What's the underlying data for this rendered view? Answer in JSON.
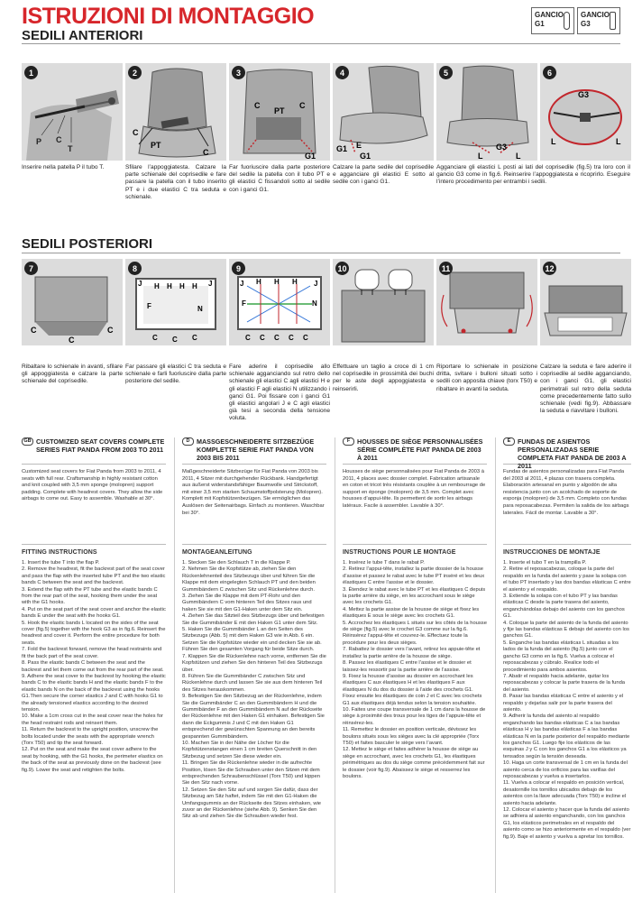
{
  "header": {
    "title": "ISTRUZIONI DI MONTAGGIO",
    "subtitle": "SEDILI ANTERIORI",
    "hooks": [
      {
        "label_1": "GANCIO",
        "label_2": "G1"
      },
      {
        "label_1": "GANCIO",
        "label_2": "G3"
      }
    ]
  },
  "front_steps": [
    {
      "num": "1",
      "caption": "Inserire nella patella P il tubo T.",
      "labels": [
        "P",
        "C",
        "T"
      ]
    },
    {
      "num": "2",
      "caption": "Sfilare l’appoggiatesta. Calzare la parte schienale del coprisedile e fare passare la patella con il tubo inserito PT e i due elastici C tra seduta e schienale.",
      "labels": [
        "C",
        "PT",
        "C"
      ]
    },
    {
      "num": "3",
      "caption": "Far fuoriuscire dalla parte posteriore del sedile la patella con il tubo PT e gli elastici C fissandoli sotto al sedile con i ganci G1.",
      "labels": [
        "C",
        "PT",
        "C",
        "G1"
      ]
    },
    {
      "num": "4",
      "caption": "Calzare la parte sedile del coprisedile e agganciare gli elastici E sotto al sedile con i ganci G1.",
      "labels": [
        "G1",
        "E",
        "G1"
      ]
    },
    {
      "num": "5",
      "caption": "Agganciare gli elastici L posti ai lati del coprisedile (fig.5) tra loro con il gancio G3 come in fig.6. Reinserire l’appoggiatesta e ricoprirlo. Eseguire l’intero procedimento per entrambi i sedili.",
      "labels": [
        "L",
        "G3",
        "L"
      ]
    },
    {
      "num": "6",
      "caption": "",
      "labels": [
        "G3",
        "L",
        "L"
      ]
    }
  ],
  "rear_section_title": "SEDILI POSTERIORI",
  "rear_steps": [
    {
      "num": "7",
      "caption": "Ribaltare lo schienale in avanti, sfilare gli appoggiatesta e calzare la parte schienale del coprisedile.",
      "labels": [
        "C",
        "C",
        "C"
      ]
    },
    {
      "num": "8",
      "caption": "Far passare gli elastici C tra seduta e schienale e farli fuoriuscire dalla parte posteriore del sedile.",
      "labels": [
        "J",
        "H",
        "H",
        "H",
        "H",
        "J",
        "F",
        "N",
        "C",
        "C",
        "C"
      ]
    },
    {
      "num": "9",
      "caption": "Fare aderire il coprisedile allo schienale agganciando sul retro dello schienale gli elastici C agli elastici H e gli elastici F agli elastici N utilizzando i ganci G1. Poi fissare con i ganci G1 gli elastici angolari J e C agli elastici già tesi a seconda della tensione voluta.",
      "labels": [
        "J",
        "H",
        "H",
        "H",
        "J",
        "F",
        "N",
        "C",
        "C",
        "C",
        "C",
        "C"
      ]
    },
    {
      "num": "10",
      "caption": "Effettuare un taglio a croce di 1 cm nel coprisedile in prossimità dei buchi per le aste degli appoggiatesta e reinserirli.",
      "labels": []
    },
    {
      "num": "11",
      "caption": "Riportare lo schienale in posizione dritta, svitare i bulloni situati sotto i sedili con apposita chiave (torx T50) e ribaltare in avanti la seduta.",
      "labels": []
    },
    {
      "num": "12",
      "caption": "Calzare la seduta e fare aderire il coprisedile al sedile agganciando, con i ganci G1, gli elastici perimetrali sul retro della seduta come precedentemente fatto sullo schienale (vedi fig.9). Abbassare la seduta e riavvitare i bulloni.",
      "labels": []
    }
  ],
  "languages": [
    {
      "badge": "GB",
      "heading": "CUSTOMIZED SEAT COVERS COMPLETE SERIES FIAT PANDA FROM 2003 TO 2011",
      "intro": "Customized seat covers for Fiat Panda from 2003 to 2011, 4 seats with full rear. Craftsmanship in highly resistant cotton and knit coupled with 3,5 mm sponge (molopren) support padding. Complete with headrest covers. They allow the side airbags to come out. Easy to assemble. Washable at 30°.",
      "instructions_title": "FITTING INSTRUCTIONS",
      "steps": [
        "1. Insert the tube T into the flap P.",
        "2. Remove the headrest, fit the backrest part of the seat cover and pass the flap with the inserted tube PT and the two elastic bands C between the seat and the backrest.",
        "3. Extend the flap with the PT tube and the elastic bands C from the rear part of the seat, hooking them under the seat with the G1 hooks.",
        "4. Put on the seat part of the seat cover and anchor the elastic bands E under the seat with the hooks G1.",
        "5. Hook the elastic bands L located on the sides of the seat cover (fig.5) together with the hook G3 as in fig.6. Reinsert the headrest and cover it. Perform the entire procedure for both seats.",
        "7. Fold the backrest forward, remove the head restraints and fit the back part of the seat cover.",
        "8. Pass the elastic bands C between the seat and the backrest and let them come out from the rear part of the seat.",
        "9. Adhere the seat cover to the backrest by hooking the elastic bands C to the elastic bands H and the elastic bands F to the elastic bands N on the back of the backrest using the hooks G1.Then secure the corner elastics J and C with hooks G1 to the already tensioned elastics according to the desired tension.",
        "10. Make a 1cm cross cut in the seat cover near the holes for the head restraint rods and reinsert them.",
        "11. Return the backrest to the upright position, unscrew the bolts located under the seats with the appropriate wrench (Torx T50) and tip the seat forward.",
        "12. Put on the seat and make the seat cover adhere to the seat by hooking, with the G1 hooks, the perimeter elastics on the back of the seat as previously done on the backrest (see fig.9). Lower the seat and retighten the bolts."
      ]
    },
    {
      "badge": "D",
      "heading": "MASSGESCHNEIDERTE SITZBEZÜGE KOMPLETTE SERIE FIAT PANDA VON 2003 BIS 2011",
      "intro": "Maßgeschneiderte Sitzbezüge für Fiat Panda von 2003 bis 2011, 4 Sitzer mit durchgehender Rückbank. Handgefertigt aus äußerst widerstandsfähiger Baumwolle und Strickstoff, mit einer 3,5 mm starken Schaumstoffpolsterung (Molopren). Komplett mit Kopfstützenbezügen. Sie ermöglichen das Auslösen der Seitenairbags. Einfach zu montieren. Waschbar bei 30°.",
      "instructions_title": "MONTAGEANLEITUNG",
      "steps": [
        "1. Stecken Sie den Schlauch T in die Klappe P.",
        "2. Nehmen Sie die Kopfstütze ab, ziehen Sie den Rückenlehnenteil des Sitzbezugs über und führen Sie die Klappe mit dem eingelegten Schlauch PT und den beiden Gummibändern C zwischen Sitz und Rückenlehne durch.",
        "3. Ziehen Sie die Klappe mit dem PT-Rohr und den Gummibändern C vom hinteren Teil des Sitzes raus und haken Sie sie mit den G1-Haken unter dem Sitz ein.",
        "4. Ziehen Sie das Sitzteil des Sitzbezugs über und befestigen Sie die Gummibänder E mit den Haken G1 unter dem Sitz.",
        "5. Haken Sie die Gummibänder L an den Seiten des Sitzbezugs (Abb. 5) mit dem Haken G3 wie in Abb. 6 ein. Setzen Sie die Kopfstütze wieder ein und decken Sie sie ab. Führen Sie den gesamten Vorgang für beide Sitze durch.",
        "7. Klappen Sie die Rückenlehne nach vorne, entfernen Sie die Kopfstützen und ziehen Sie den hinteren Teil des Sitzbezugs über.",
        "8. Führen Sie die Gummibänder C zwischen Sitz und Rückenlehne durch und lassen Sie sie aus dem hinteren Teil des Sitzes herauskommen.",
        "9. Befestigen Sie den Sitzbezug an der Rückenlehne, indem Sie die Gummibänder C an den Gummibändern H und die Gummibänder F an den Gummibändern N auf der Rückseite der Rückenlehne mit den Haken G1 einhaken. Befestigen Sie dann die Eckgummis J und C mit den Haken G1 entsprechend der gewünschten Spannung an den bereits gespannten Gummibändern.",
        "10. Machen Sie in der Nähe der Löcher für die Kopfstützenstangen einen 1 cm breiten Querschnitt in den Sitzbezug und setzen Sie diese wieder ein.",
        "11. Bringen Sie die Rückenlehne wieder in die aufrechte Position, lösen Sie die Schrauben unter den Sitzen mit dem entsprechenden Schraubenschlüssel (Torx T50) und kippen Sie den Sitz nach vorne.",
        "12. Setzen Sie den Sitz auf und sorgen Sie dafür, dass der Sitzbezug am Sitz haftet, indem Sie mit den G1-Haken die Umfangsgummis an der Rückseite des Sitzes einhaken, wie zuvor an der Rückenlehne (siehe Abb. 9). Senken Sie den Sitz ab und ziehen Sie die Schrauben wieder fest."
      ]
    },
    {
      "badge": "F",
      "heading": "HOUSSES DE SIÈGE PERSONNALISÉES SÉRIE COMPLÈTE FIAT PANDA DE 2003 À 2011",
      "intro": "Housses de siège personnalisées pour Fiat Panda de 2003 à 2011, 4 places avec dossier complet. Fabrication artisanale en coton et tricot très résistants couplée à un rembourrage de support en éponge (molopren) de 3,5 mm. Complet avec housses d’appui-tête. Ils permettent de sortir les airbags latéraux. Facile à assembler. Lavable à 30°.",
      "instructions_title": "INSTRUCTIONS POUR LE MONTAGE",
      "steps": [
        "1. Insérez le tube T dans le rabat P.",
        "2. Retirez l’appui-tête, installez la partie dossier de la housse d’assise et passez le rabat avec le tube PT inséré et les deux élastiques C entre l’assise et le dossier.",
        "3. Étendez le rabat avec le tube PT et les élastiques C depuis la partie arrière du siège, en les accrochant sous le siège avec les crochets G1.",
        "4. Mettez la partie assise de la housse de siège et fixez les élastiques E sous le siège avec les crochets G1.",
        "5. Accrochez les élastiques L situés sur les côtés de la housse de siège (fig.5) avec le crochet G3 comme sur la fig.6. Réinsérez l’appui-tête et couvrez-le. Effectuez toute la procédure pour les deux sièges.",
        "7. Rabattez le dossier vers l’avant, retirez les appuie-tête et installez la partie arrière de la housse de siège.",
        "8. Passez les élastiques C entre l’assise et le dossier et laissez-les ressortir par la partie arrière de l’assise.",
        "9. Fixez la housse d’assise au dossier en accrochant les élastiques C aux élastiques H et les élastiques F aux élastiques N du dos du dossier à l’aide des crochets G1. Fixez ensuite les élastiques de coin J et C avec les crochets G1 aux élastiques déjà tendus selon la tension souhaitée.",
        "10. Faites une coupe transversale de 1 cm dans la housse de siège à proximité des trous pour les tiges de l’appuie-tête et réinsérez-les.",
        "11. Remettez le dossier en position verticale, dévissez les boulons situés sous les sièges avec la clé appropriée (Torx T50) et faites basculer le siège vers l’avant.",
        "12. Mettez le siège et faites adhérer la housse de siège au siège en accrochant, avec les crochets G1, les élastiques périmétriques au dos du siège comme précédemment fait sur le dossier (voir fig.9). Abaissez le siège et resserrez les boulons."
      ]
    },
    {
      "badge": "E",
      "heading": "FUNDAS DE ASIENTOS PERSONALIZADAS SERIE COMPLETA FIAT PANDA DE 2003 A 2011",
      "intro": "Fundas de asientos personalizadas para Fiat Panda del 2003 al 2011, 4 plazas con trasera completa. Elaboración artesanal en punto y algodón de alta resistencia junto con un acolchado de soporte de esponja (molopren) de 3,5 mm. Completo con fundas para reposacabezas. Permiten la salida de los airbags laterales. Fácil de montar. Lavable a 30°.",
      "instructions_title": "INSTRUCCIONES DE MONTAJE",
      "steps": [
        "1. Inserte el tubo T en la trampilla P.",
        "2. Retire el reposacabezas, coloque la parte del respaldo en la funda del asiento y pase la solapa con el tubo PT insertado y las dos bandas elásticas C entre el asiento y el respaldo.",
        "3. Extiende la solapa con el tubo PT y las bandas elásticas C desde la parte trasera del asiento, enganchándolas debajo del asiento con los ganchos G1.",
        "4. Coloque la parte del asiento de la funda del asiento y fije las bandas elásticas E debajo del asiento con los ganchos G1.",
        "5. Enganche las bandas elásticas L situadas a los lados de la funda del asiento (fig.5) junto con el gancho G3 como en la fig.6. Vuelva a colocar el reposacabezas y cúbralo. Realice todo el procedimiento para ambos asientos.",
        "7. Abatir el respaldo hacia adelante, quitar los reposacabezas y colocar la parte trasera de la funda del asiento.",
        "8. Pasar las bandas elásticas C entre el asiento y el respaldo y dejarlas salir por la parte trasera del asiento.",
        "9. Adherir la funda del asiento al respaldo enganchando las bandas elásticas C a las bandas elásticas H y las bandas elásticas F a las bandas elásticas N en la parte posterior del respaldo mediante los ganchos G1. Luego fije los elásticos de las esquinas J y C con los ganchos G1 a los elásticos ya tensados según la tensión deseada.",
        "10. Haga un corte transversal de 1 cm en la funda del asiento cerca de los orificios para las varillas del reposacabezas y vuelva a insertarlos.",
        "11. Vuelva a colocar el respaldo en posición vertical, desatornille los tornillos ubicados debajo de los asientos con la llave adecuada (Torx T50) e incline el asiento hacia adelante.",
        "12. Colocar el asiento y hacer que la funda del asiento se adhiera al asiento enganchando, con los ganchos G1, los elásticos perimetrales en el respaldo del asiento como se hizo anteriormente en el respaldo (ver fig.9). Baje el asiento y vuelva a apretar los tornillos."
      ]
    }
  ]
}
